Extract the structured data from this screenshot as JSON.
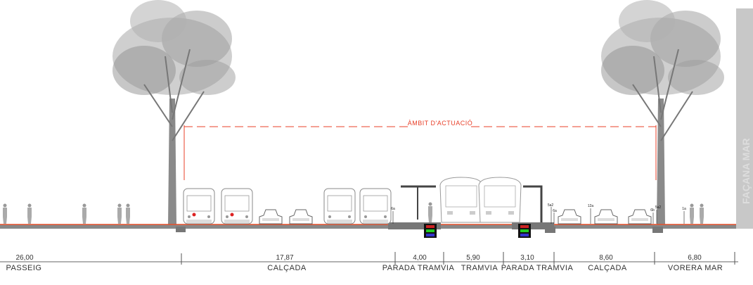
{
  "drawing": {
    "scope_label": "ÀMBIT D'ACTUACIÓ",
    "facade_label": "FAÇANA MAR",
    "colors": {
      "scope": "#e8402a",
      "ground": "#e8502a",
      "facade": "#c8c8c8",
      "tree": "#9a9a9a"
    },
    "sections": [
      {
        "width": "26,00",
        "name": "PASSEIG"
      },
      {
        "width": "17,87",
        "name": "CALÇADA"
      },
      {
        "width": "4,00",
        "name": "PARADA TRAMVIA"
      },
      {
        "width": "5,90",
        "name": "TRAMVIA"
      },
      {
        "width": "3,10",
        "name": "PARADA TRAMVIA"
      },
      {
        "width": "8,60",
        "name": "CALÇADA"
      },
      {
        "width": "6,80",
        "name": "VORERA MAR"
      }
    ],
    "tags": [
      "6a",
      "5a2",
      "6a",
      "12a",
      "6b",
      "5a2",
      "1a"
    ]
  }
}
